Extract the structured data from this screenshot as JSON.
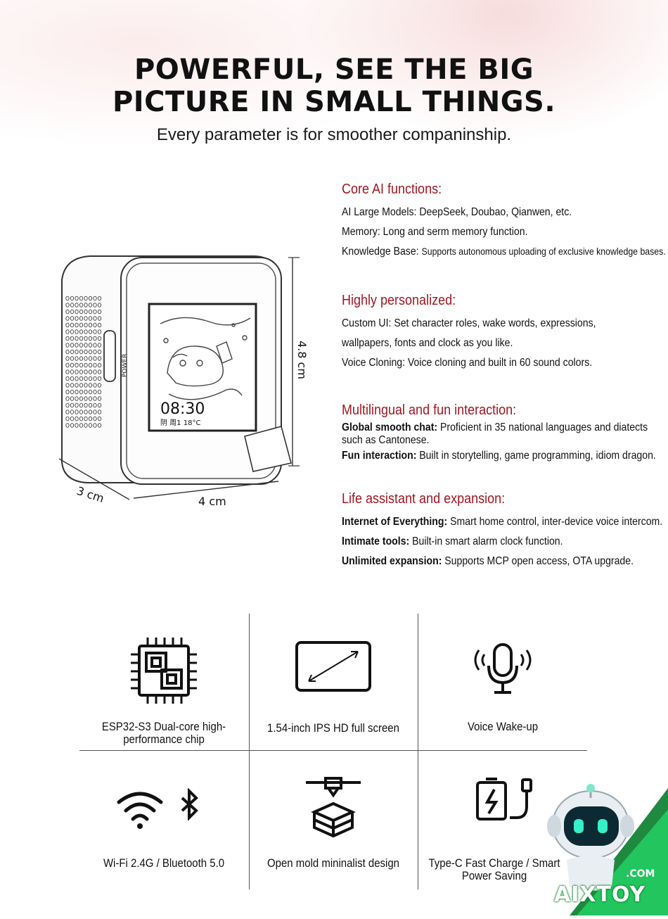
{
  "header": {
    "headline_line1": "POWERFUL, SEE THE BIG",
    "headline_line2": "PICTURE IN SMALL THINGS.",
    "subtitle": "Every parameter is for smoother companinship."
  },
  "device": {
    "screen_time": "08:30",
    "screen_weather": "阴 周1 18°C",
    "dim_height": "4.8 cm",
    "dim_depth": "3 cm",
    "dim_width": "4 cm",
    "side_label": "POWER"
  },
  "features": {
    "core_ai": {
      "title": "Core AI functions:",
      "line1": "AI Large Models: DeepSeek, Doubao, Qianwen, etc.",
      "line2": "Memory: Long and serm memory function.",
      "line3_label": "Knowledge Base: ",
      "line3_text": "Supports autonomous uploading of exclusive knowledge bases."
    },
    "personalized": {
      "title": "Highly personalized:",
      "line1": "Custom UI: Set character roles, wake words, expressions,",
      "line2": "wallpapers, fonts and clock as you like.",
      "line3": "Voice Cloning: Voice cloning and built in 60 sound colors."
    },
    "multilingual": {
      "title": "Multilingual and fun interaction:",
      "line1_label": "Global smooth chat:",
      "line1_text": " Proficient in 35 national languages and diatects",
      "line2": "such as Cantonese.",
      "line3_label": "Fun interaction:",
      "line3_text": " Built in storytelling, game programming, idiom dragon."
    },
    "assistant": {
      "title": "Life assistant and expansion:",
      "line1_label": "Internet of Everything:",
      "line1_text": " Smart home control, inter-device voice intercom.",
      "line2_label": "Intimate tools:",
      "line2_text": " Built-in smart alarm clock function.",
      "line3_label": "Unlimited expansion:",
      "line3_text": " Supports MCP open access, OTA upgrade."
    }
  },
  "specs": {
    "chip": {
      "line1": "ESP32-S3 Dual-core high-",
      "line2": "performance chip"
    },
    "screen": {
      "label": "1.54-inch IPS HD full screen"
    },
    "voice": {
      "label": "Voice Wake-up"
    },
    "wireless": {
      "label": "Wi-Fi 2.4G / Bluetooth 5.0"
    },
    "design": {
      "label": "Open mold mininalist design"
    },
    "charge": {
      "line1": "Type-C Fast Charge / Smart",
      "line2": "Power Saving"
    }
  },
  "brand": {
    "name": "AIXTOY",
    "suffix": ".COM"
  },
  "colors": {
    "section_title": "#a01620",
    "text": "#111111",
    "brand_green": "#22c55e"
  }
}
